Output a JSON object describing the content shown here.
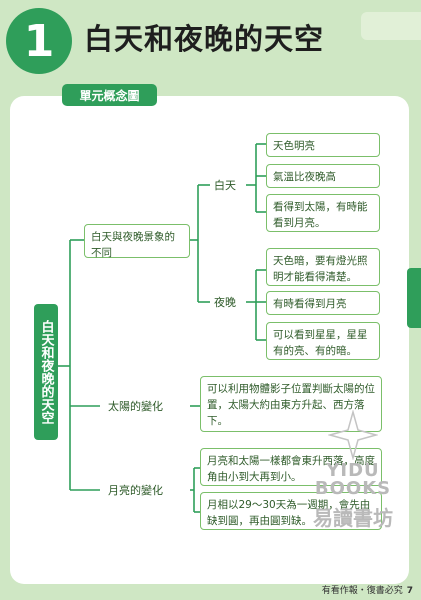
{
  "header": {
    "chapter_number": "1",
    "title": "白天和夜晚的天空"
  },
  "panel": {
    "label": "單元概念圖"
  },
  "concept_map": {
    "root": "白天和夜晚的天空",
    "day_night_group": {
      "label": "白天與夜晚景象的不同",
      "day": {
        "label": "白天",
        "facts": [
          "天色明亮",
          "氣溫比夜晚高",
          "看得到太陽，有時能看到月亮。"
        ]
      },
      "night": {
        "label": "夜晚",
        "facts": [
          "天色暗，要有燈光照明才能看得清楚。",
          "有時看得到月亮",
          "可以看到星星，星星有的亮、有的暗。"
        ]
      }
    },
    "sun": {
      "label": "太陽的變化",
      "fact": "可以利用物體影子位置判斷太陽的位置，太陽大約由東方升起、西方落下。"
    },
    "moon": {
      "label": "月亮的變化",
      "facts": [
        "月亮和太陽一樣都會東升西落，高度角由小到大再到小。",
        "月相以29～30天為一週期，會先由缺到圓，再由圓到缺。"
      ]
    }
  },
  "footer": {
    "text": "有看作報・復書必究",
    "page": "7"
  },
  "watermark": {
    "en_top": "YIDU",
    "en_bottom": "BOOKS",
    "zh": "易讀書坊"
  }
}
